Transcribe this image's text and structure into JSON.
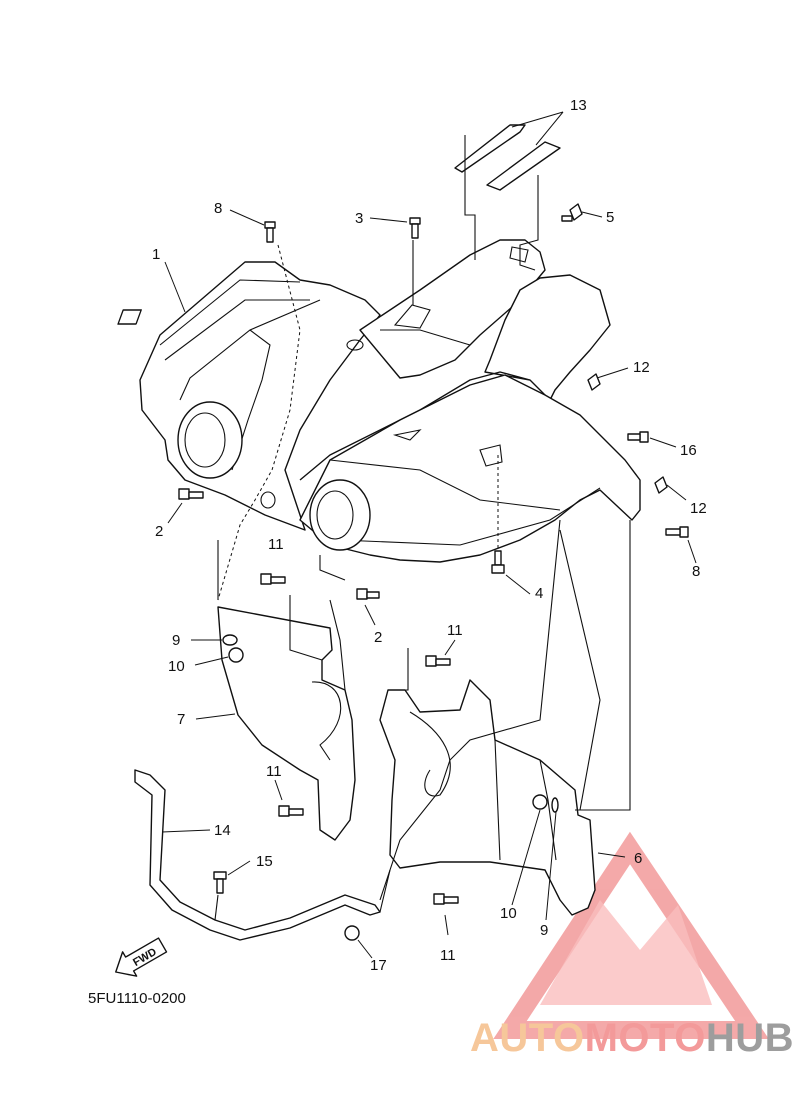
{
  "diagram": {
    "code": "5FU1110-0200",
    "fwd": "FWD",
    "callouts": [
      "1",
      "2",
      "2",
      "3",
      "4",
      "5",
      "6",
      "7",
      "8",
      "8",
      "9",
      "9",
      "10",
      "10",
      "11",
      "11",
      "11",
      "11",
      "12",
      "12",
      "13",
      "14",
      "15",
      "16",
      "17"
    ]
  },
  "watermark": {
    "part_a": "AUTO",
    "part_b": "MOTO",
    "part_c": "HUB",
    "colors": {
      "orange": "#f6c79a",
      "red": "#f39a9a",
      "grey": "#9d9d9d"
    }
  }
}
